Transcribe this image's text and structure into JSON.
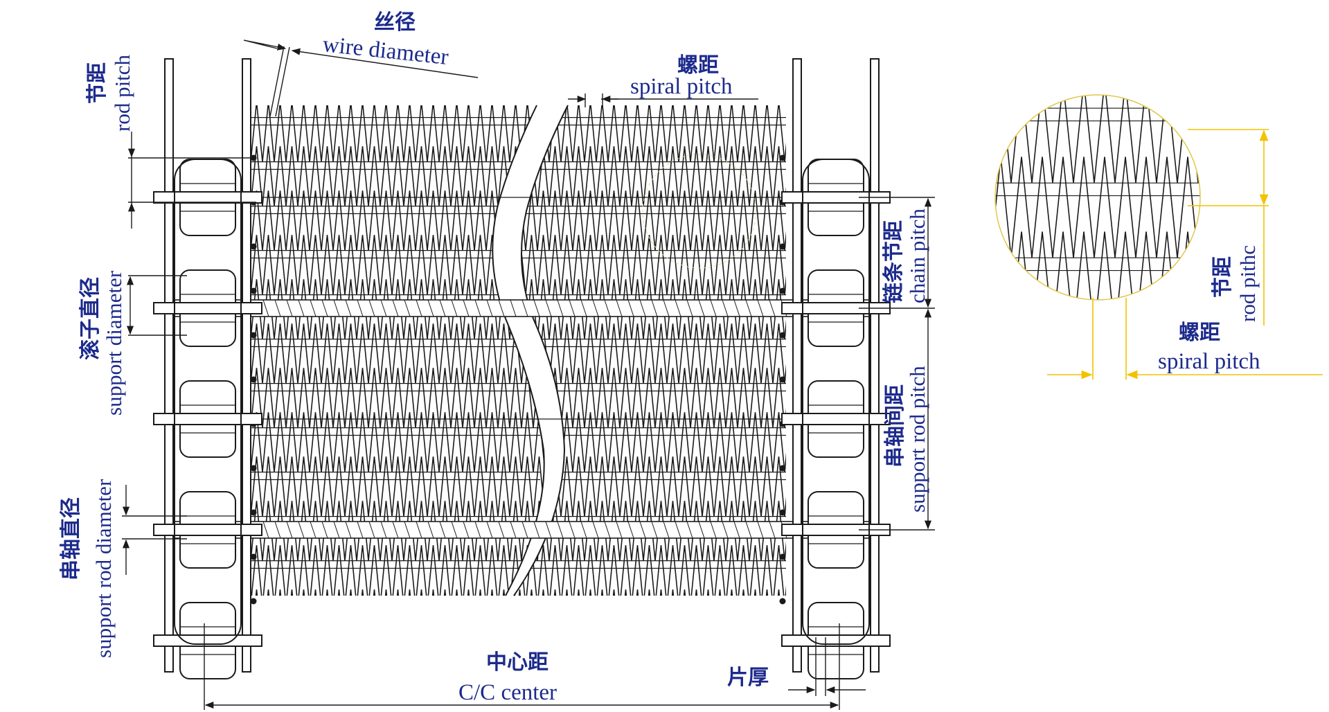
{
  "colors": {
    "ink": "#1a1a1a",
    "label": "#1c2a8c",
    "zoom_dim": "#f2c200",
    "background": "#ffffff"
  },
  "labels": {
    "wire_diameter_zh": "丝径",
    "wire_diameter_en": "wire diameter",
    "spiral_pitch_zh": "螺距",
    "spiral_pitch_en": "spiral pitch",
    "rod_pitch_zh": "节距",
    "rod_pitch_en": "rod pitch",
    "support_diameter_zh": "滚子直径",
    "support_diameter_en": "support diameter",
    "support_rod_diameter_zh": "串轴直径",
    "support_rod_diameter_en": "support rod diameter",
    "chain_pitch_zh": "链条节距",
    "chain_pitch_en": "chain pitch",
    "support_rod_pitch_zh": "串轴间距",
    "support_rod_pitch_en": "support rod pitch",
    "cc_center_zh": "中心距",
    "cc_center_en": "C/C center",
    "plate_thickness_zh": "片厚",
    "detail_rod_pitch_zh": "节距",
    "detail_rod_pitch_en": "rod pithc",
    "detail_spiral_pitch_zh": "螺距",
    "detail_spiral_pitch_en": "spiral pitch"
  }
}
